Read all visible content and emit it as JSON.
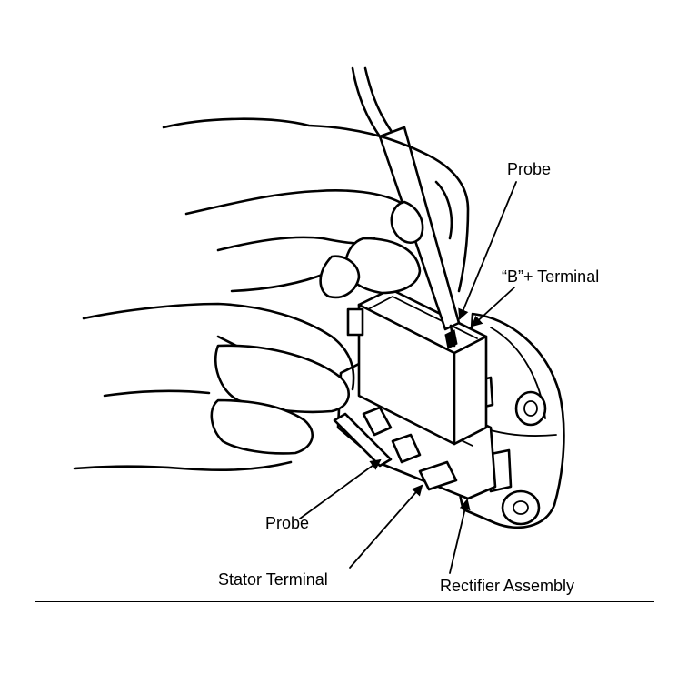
{
  "figure": {
    "labels": {
      "probe_top": "Probe",
      "b_terminal": "“B”+ Terminal",
      "probe_bottom": "Probe",
      "stator_terminal": "Stator Terminal",
      "rectifier_assembly": "Rectifier Assembly"
    },
    "colors": {
      "ink": "#000000",
      "paper": "#ffffff"
    }
  }
}
